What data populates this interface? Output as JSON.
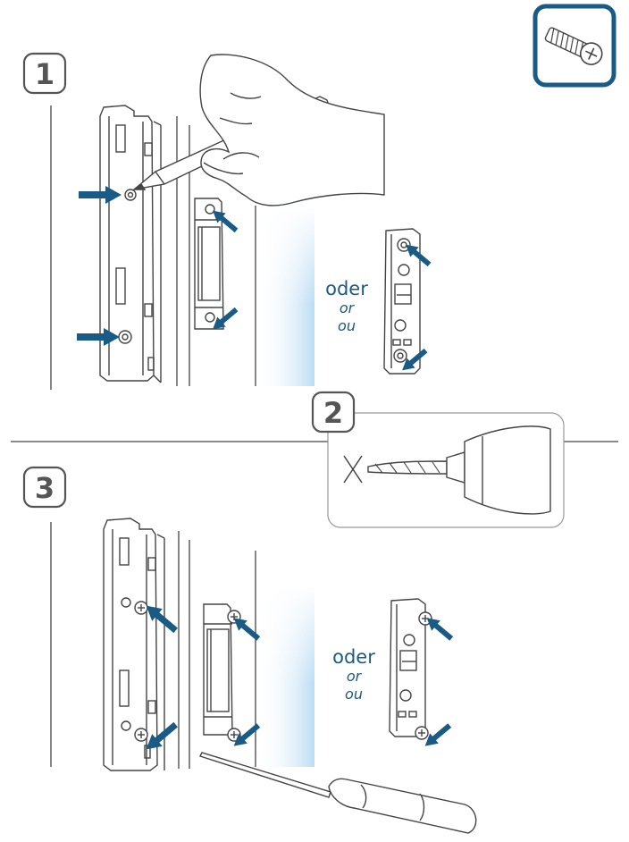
{
  "steps": [
    {
      "number": "1"
    },
    {
      "number": "2"
    },
    {
      "number": "3"
    }
  ],
  "alternative_label": {
    "de": "oder",
    "en": "or",
    "fr": "ou"
  },
  "colors": {
    "arrow": "#1a5b86",
    "line": "#444444",
    "badge_border": "#1a5b86",
    "wall_glow": "#c9e3f6"
  },
  "icons": [
    "screw-icon",
    "pencil-icon",
    "hand-icon",
    "drill-icon",
    "screwdriver-icon",
    "arrow-icon",
    "no-drill-mark-icon"
  ]
}
